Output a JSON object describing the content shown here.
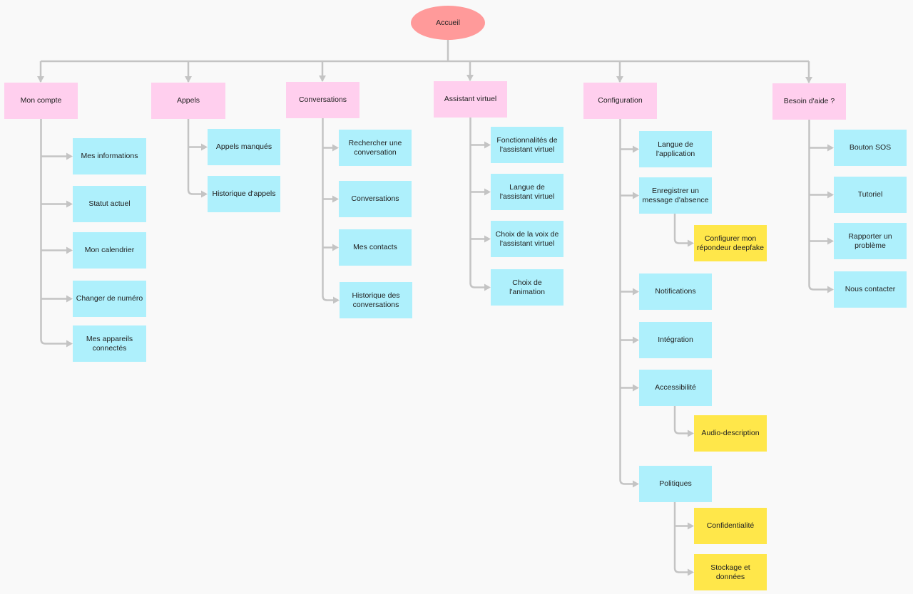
{
  "root": "Accueil",
  "colors": {
    "root": "#ff9a9a",
    "category": "#ffcfee",
    "item": "#aef0fc",
    "subitem": "#ffe74a",
    "connector": "#c4c4c4",
    "background": "#f9f9f9"
  },
  "categories": [
    {
      "label": "Mon compte",
      "items": [
        {
          "label": "Mes informations"
        },
        {
          "label": "Statut actuel"
        },
        {
          "label": "Mon calendrier"
        },
        {
          "label": "Changer de numéro"
        },
        {
          "label": "Mes appareils\nconnectés"
        }
      ]
    },
    {
      "label": "Appels",
      "items": [
        {
          "label": "Appels manqués"
        },
        {
          "label": "Historique d'appels"
        }
      ]
    },
    {
      "label": "Conversations",
      "items": [
        {
          "label": "Rechercher une\nconversation"
        },
        {
          "label": "Conversations"
        },
        {
          "label": "Mes contacts"
        },
        {
          "label": "Historique des\nconversations"
        }
      ]
    },
    {
      "label": "Assistant virtuel",
      "items": [
        {
          "label": "Fonctionnalités de\nl'assistant virtuel"
        },
        {
          "label": "Langue de\nl'assistant virtuel"
        },
        {
          "label": "Choix de la voix de\nl'assistant virtuel"
        },
        {
          "label": "Choix de l'animation"
        }
      ]
    },
    {
      "label": "Configuration",
      "items": [
        {
          "label": "Langue de\nl'application"
        },
        {
          "label": "Enregistrer un\nmessage d'absence",
          "children": [
            "Configurer mon\nrépondeur deepfake"
          ]
        },
        {
          "label": "Notifications"
        },
        {
          "label": "Intégration"
        },
        {
          "label": "Accessibilité",
          "children": [
            "Audio-description"
          ]
        },
        {
          "label": "Politiques",
          "children": [
            "Confidentialité",
            "Stockage et\ndonnées"
          ]
        }
      ]
    },
    {
      "label": "Besoin d'aide ?",
      "items": [
        {
          "label": "Bouton SOS"
        },
        {
          "label": "Tutoriel"
        },
        {
          "label": "Rapporter un\nproblème"
        },
        {
          "label": "Nous contacter"
        }
      ]
    }
  ]
}
